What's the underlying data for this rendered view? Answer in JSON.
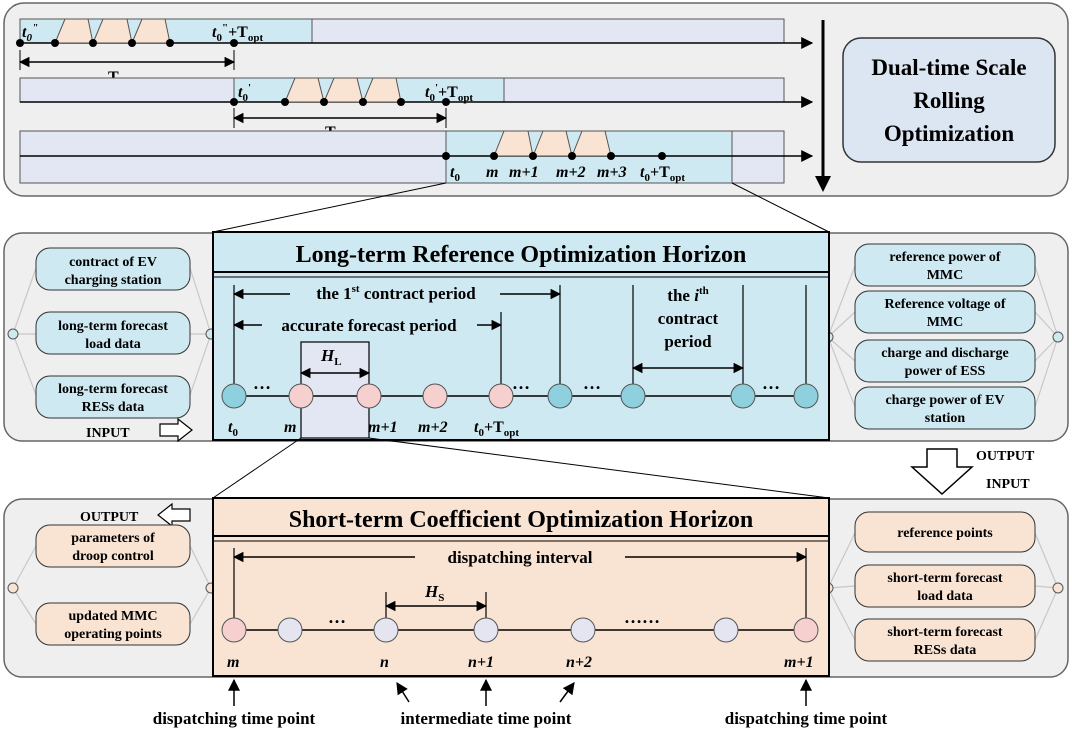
{
  "colors": {
    "panel_bg": "#efefef",
    "panel_stroke": "#666666",
    "blue_fill": "#cfe9f2",
    "blue_dark": "#a8dbe9",
    "lavender_fill": "#e3e7f3",
    "peach_fill": "#f9e4d4",
    "peach_node": "#f6cfcf",
    "teal_node": "#8fd0df",
    "gray_node": "#e4e5f1",
    "box_lavender": "#dce6f3"
  },
  "top": {
    "title_lines": [
      "Dual-time Scale",
      "Rolling",
      "Optimization"
    ],
    "row1": {
      "start_sub": "\"",
      "end_sub": "\"",
      "t_opt_label": "T",
      "t_opt_sub": "opt"
    },
    "row2": {
      "start_sub": "'",
      "end_sub": "'"
    },
    "row3": {
      "labels": [
        "m",
        "m+1",
        "m+2",
        "m+3"
      ]
    },
    "t_symbol": "t",
    "zero": "0",
    "plus_t": "+T",
    "opt": "opt"
  },
  "middle": {
    "title": "Long-term Reference Optimization Horizon",
    "input_label": "INPUT",
    "left_boxes": [
      [
        "contract of EV",
        "charging station"
      ],
      [
        "long-term forecast",
        "load data"
      ],
      [
        "long-term forecast",
        "RESs data"
      ]
    ],
    "right_boxes": [
      [
        "reference power of",
        "MMC"
      ],
      [
        "Reference voltage of",
        "MMC"
      ],
      [
        "charge and discharge",
        "power of ESS"
      ],
      [
        "charge power of EV",
        "station"
      ]
    ],
    "contract_prefix": "the 1",
    "contract_sup": "st",
    "contract_suffix": " contract period",
    "forecast_label": "accurate forecast period",
    "ith_prefix": "the ",
    "ith_i": "i",
    "ith_sup": "th",
    "ith_line2": "contract",
    "ith_line3": "period",
    "HL": "H",
    "HL_sub": "L",
    "dots": "…",
    "node_labels": {
      "m": "m",
      "m1": "m+1",
      "m2": "m+2"
    }
  },
  "arrow_labels": {
    "output": "OUTPUT",
    "input": "INPUT"
  },
  "bottom": {
    "title": "Short-term Coefficient Optimization Horizon",
    "output_label": "OUTPUT",
    "left_boxes": [
      [
        "parameters of",
        "droop control"
      ],
      [
        "updated MMC",
        "operating points"
      ]
    ],
    "right_boxes": [
      [
        "reference points"
      ],
      [
        "short-term forecast",
        "load data"
      ],
      [
        "short-term forecast",
        "RESs data"
      ]
    ],
    "interval_label": "dispatching  interval",
    "HS": "H",
    "HS_sub": "S",
    "dots_short": "…",
    "dots_long": "……",
    "node_labels": [
      "m",
      "n",
      "n+1",
      "n+2",
      "m+1"
    ],
    "captions": [
      "dispatching time point",
      "intermediate time point",
      "dispatching time point"
    ]
  }
}
